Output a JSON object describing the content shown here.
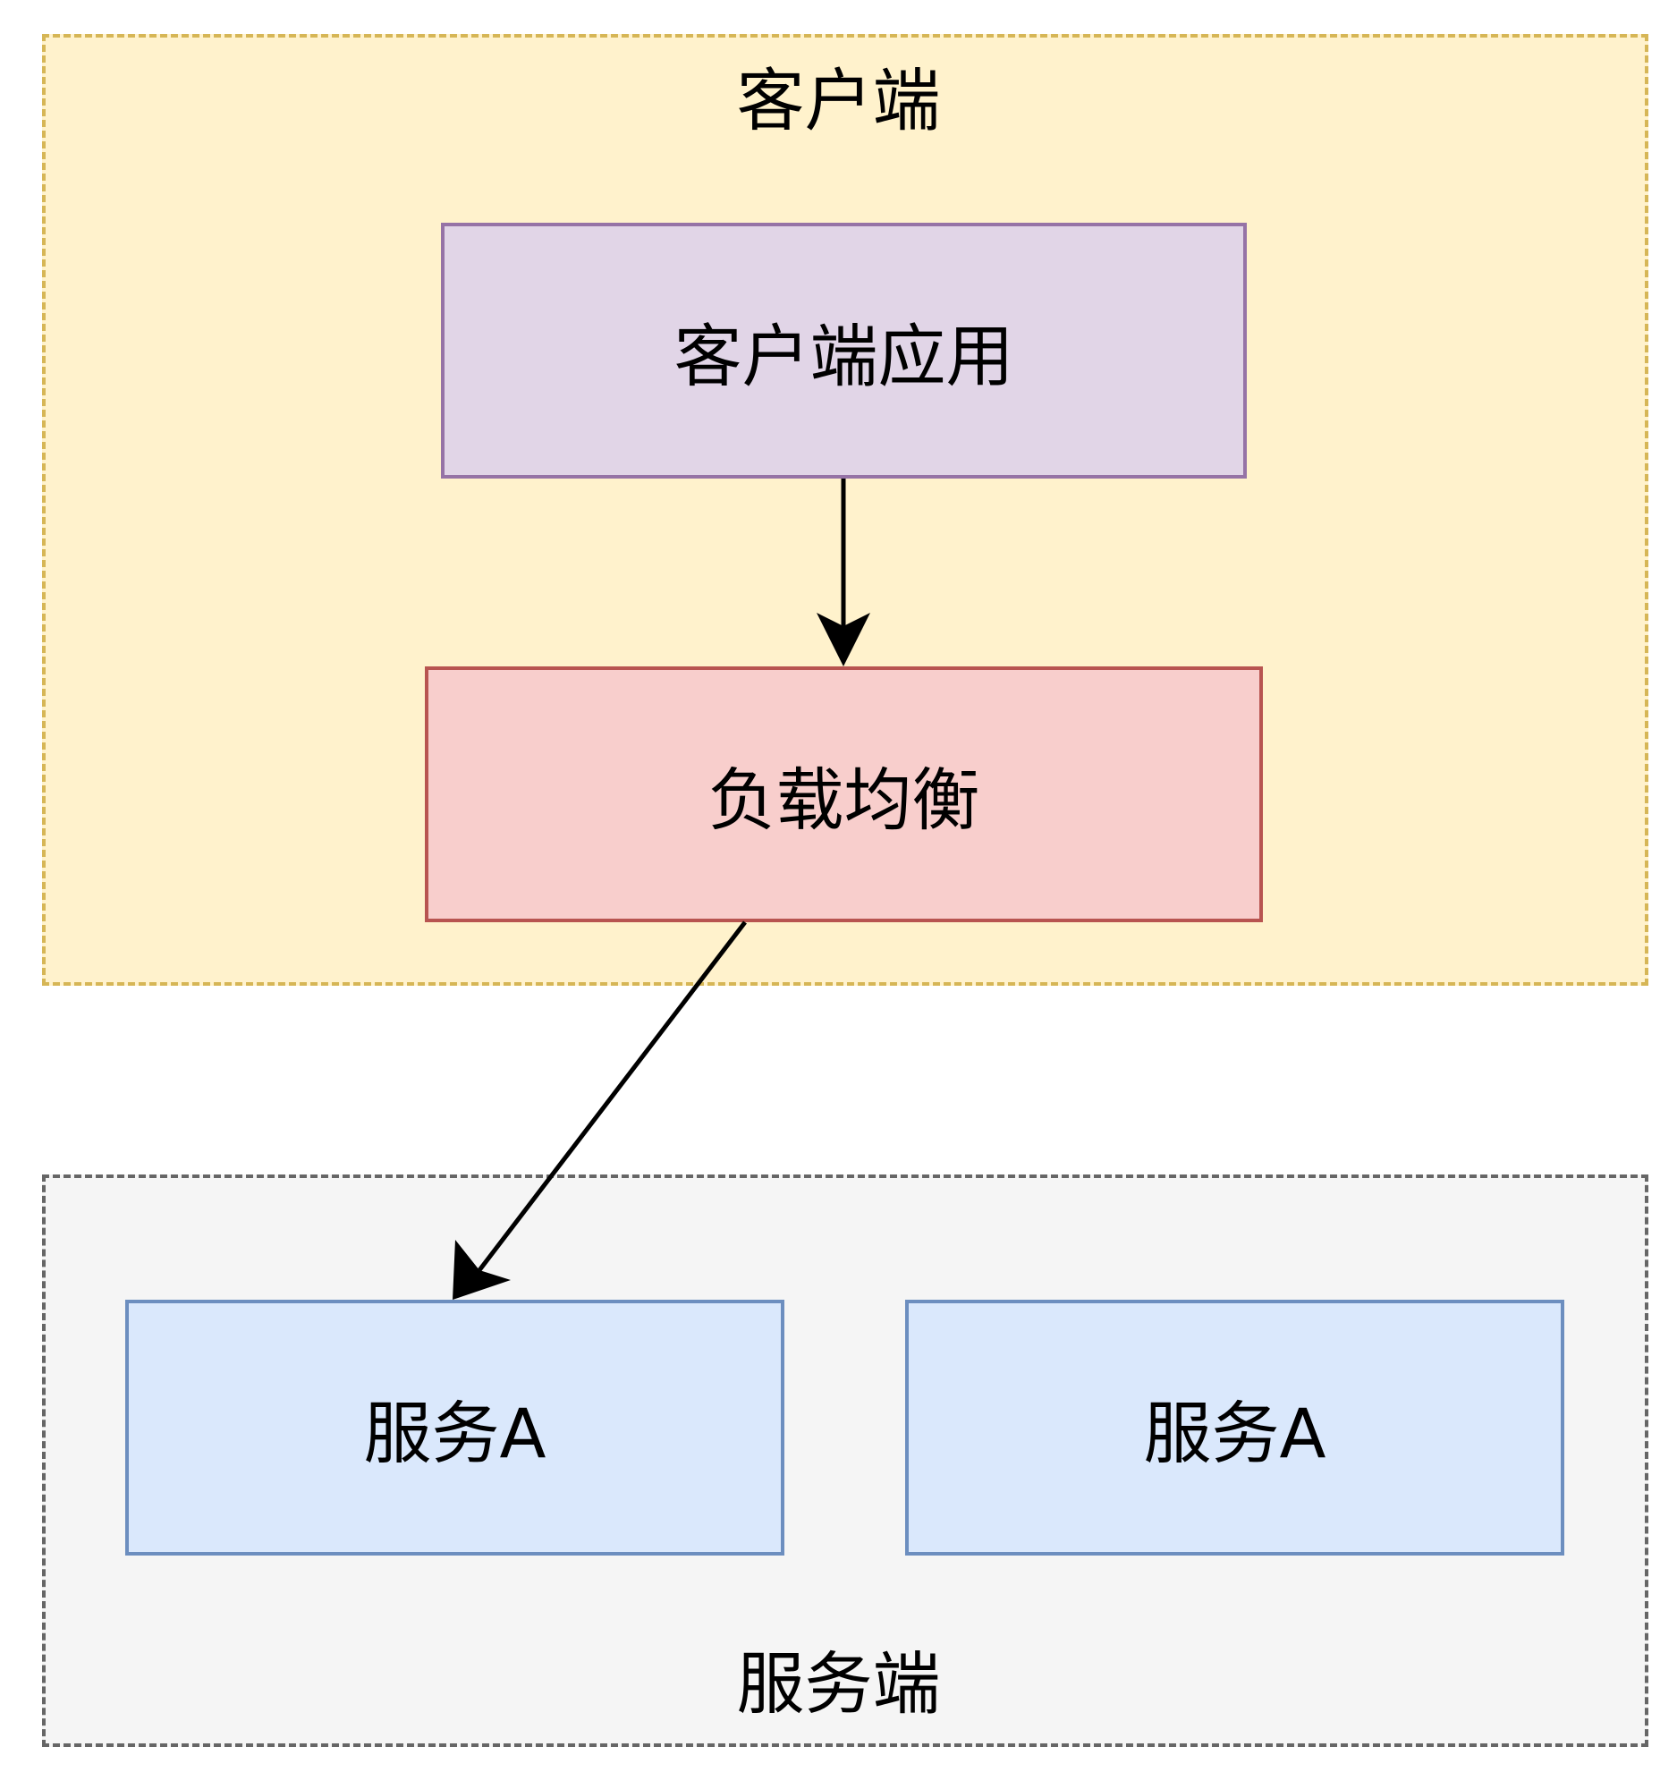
{
  "groups": {
    "client": {
      "label": "客户端",
      "fill": "#fff2cc",
      "stroke": "#d6b656"
    },
    "server": {
      "label": "服务端",
      "fill": "#f5f5f5",
      "stroke": "#666666"
    }
  },
  "nodes": {
    "client_app": {
      "label": "客户端应用",
      "fill": "#e1d5e7",
      "stroke": "#9673a6"
    },
    "load_balancer": {
      "label": "负载均衡",
      "fill": "#f8cecc",
      "stroke": "#b85450"
    },
    "service_a_1": {
      "label": "服务A",
      "fill": "#dae8fc",
      "stroke": "#6c8ebf"
    },
    "service_a_2": {
      "label": "服务A",
      "fill": "#dae8fc",
      "stroke": "#6c8ebf"
    }
  },
  "edges": [
    {
      "from": "client_app",
      "to": "load_balancer"
    },
    {
      "from": "load_balancer",
      "to": "service_a_1"
    }
  ],
  "edge_color": "#000000"
}
